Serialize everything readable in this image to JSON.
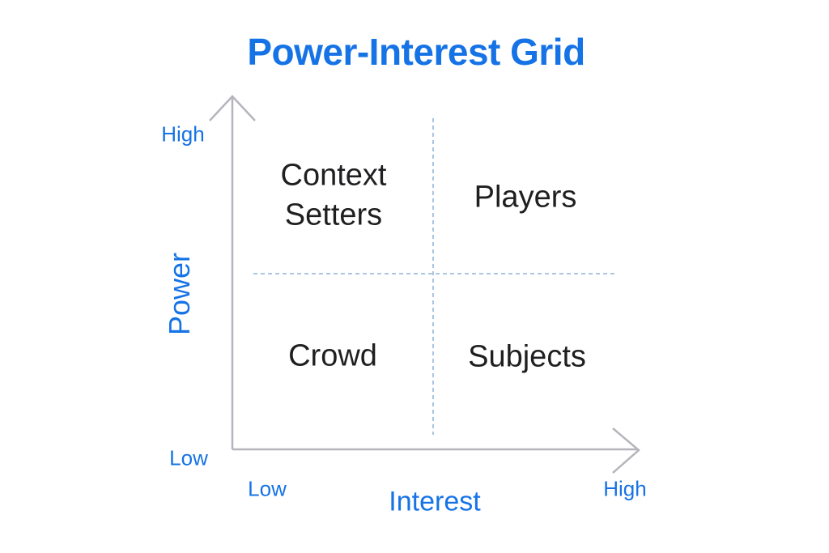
{
  "title": "Power-Interest Grid",
  "colors": {
    "title_blue": "#1673e6",
    "label_blue": "#1673e6",
    "quadrant_text": "#1f1f21",
    "axis_gray": "#b5b5bb",
    "divider_dashed_blue": "#8fb4da",
    "background": "#ffffff"
  },
  "y_axis": {
    "label": "Power",
    "high": "High",
    "low": "Low"
  },
  "x_axis": {
    "label": "Interest",
    "low": "Low",
    "high": "High"
  },
  "quadrants": {
    "top_left": "Context Setters",
    "top_right": "Players",
    "bottom_left": "Crowd",
    "bottom_right": "Subjects"
  }
}
